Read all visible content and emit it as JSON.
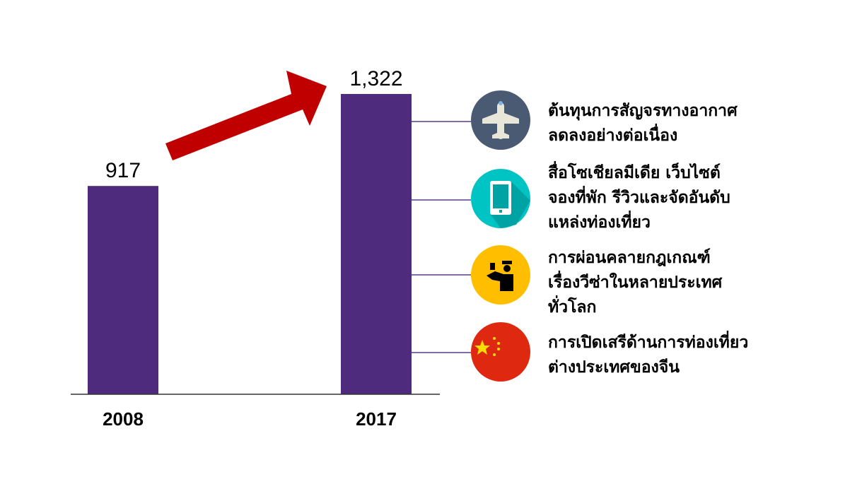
{
  "chart_data": {
    "type": "bar",
    "categories": [
      "2008",
      "2017"
    ],
    "values": [
      917,
      1322
    ],
    "value_labels": [
      "917",
      "1,322"
    ],
    "ylim": [
      0,
      1322
    ],
    "bar_color": "#4f2b7d",
    "arrow_color": "#c00000",
    "grid": false
  },
  "factors": [
    {
      "icon": "airplane-icon",
      "color": "#4a5a73",
      "lines": [
        "ต้นทุนการสัญจรทางอากาศ",
        "ลดลงอย่างต่อเนื่อง"
      ]
    },
    {
      "icon": "smartphone-icon",
      "color": "#00c4c4",
      "lines": [
        "สื่อโซเชียลมีเดีย เว็บไซต์",
        "จองที่พัก รีวิวและจัดอันดับ",
        "แหล่งท่องเที่ยว"
      ]
    },
    {
      "icon": "immigration-officer-icon",
      "color": "#ffbf00",
      "lines": [
        "การผ่อนคลายกฎเกณฑ์",
        "เรื่องวีซ่าในหลายประเทศ",
        "ทั่วโลก"
      ]
    },
    {
      "icon": "china-flag-icon",
      "color": "#de2910",
      "lines": [
        "การเปิดเสรีด้านการท่องเที่ยว",
        "ต่างประเทศของจีน"
      ]
    }
  ]
}
